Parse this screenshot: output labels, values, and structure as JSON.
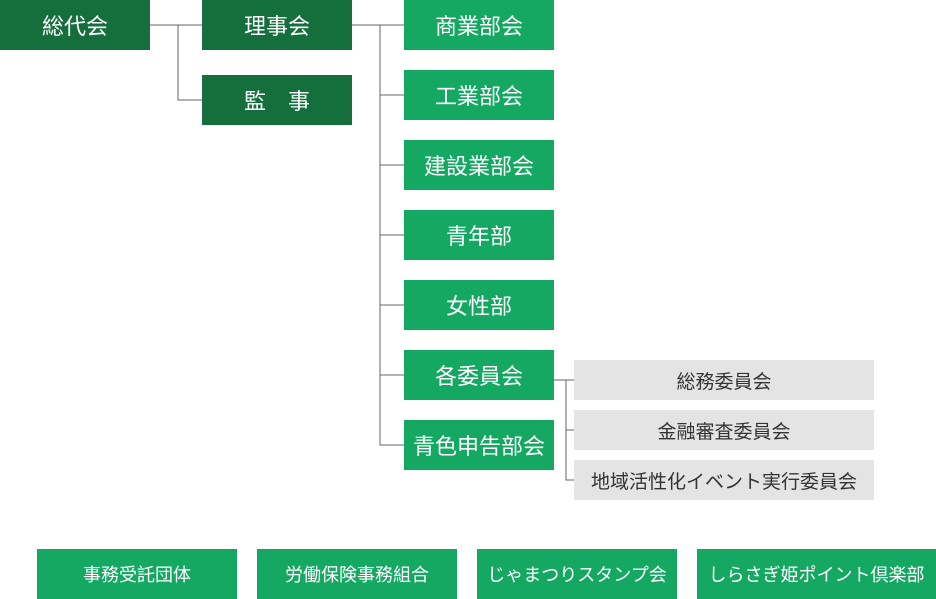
{
  "root": {
    "label": "総代会"
  },
  "level1": {
    "board": "理事会",
    "auditor": "監　事"
  },
  "departments": [
    {
      "label": "商業部会"
    },
    {
      "label": "工業部会"
    },
    {
      "label": "建設業部会"
    },
    {
      "label": "青年部"
    },
    {
      "label": "女性部"
    },
    {
      "label": "各委員会"
    },
    {
      "label": "青色申告部会"
    }
  ],
  "committees": [
    {
      "label": "総務委員会"
    },
    {
      "label": "金融審査委員会"
    },
    {
      "label": "地域活性化イベント実行委員会"
    }
  ],
  "affiliates": [
    {
      "label": "事務受託団体"
    },
    {
      "label": "労働保険事務組合"
    },
    {
      "label": "じゃまつりスタンプ会"
    },
    {
      "label": "しらさぎ姫ポイント倶楽部"
    }
  ],
  "colors": {
    "root": "#156f3c",
    "node": "#15a862",
    "committee": "#e4e4e4",
    "line": "#666666"
  }
}
